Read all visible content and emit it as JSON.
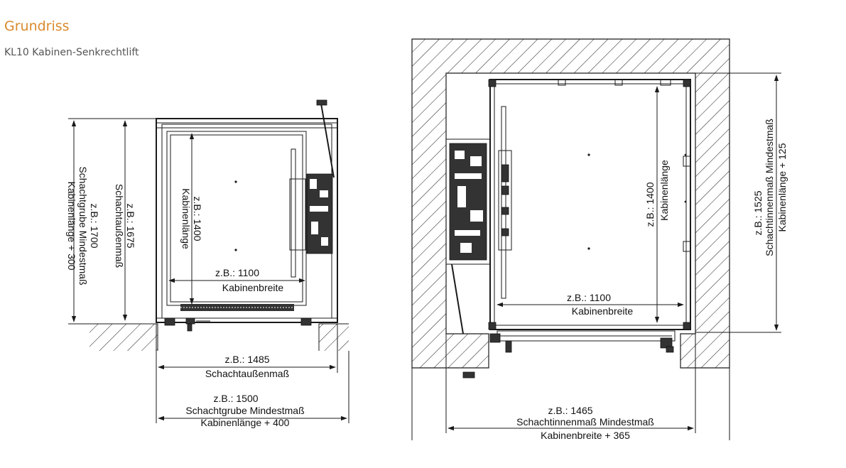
{
  "header": {
    "title": "Grundriss",
    "subtitle": "KL10 Kabinen-Senkrechtlift"
  },
  "colors": {
    "accent": "#d98a2b",
    "line": "#1a1a1a",
    "text": "#111111"
  },
  "left_plan": {
    "dim_schachtgrube_laenge": {
      "value": "z.B.:  1700",
      "label": "Schachtgrube Mindestmaß",
      "formula": "Kabinenlänge + 300"
    },
    "dim_schacht_aussen_laenge": {
      "value": "z.B.:  1675",
      "label": "Schachtaußenmaß"
    },
    "dim_kabinen_laenge": {
      "value": "z.B.:  1400",
      "label": "Kabinenlänge"
    },
    "dim_kabinen_breite": {
      "value": "z.B.:  1100",
      "label": "Kabinenbreite"
    },
    "dim_schacht_aussen_breite": {
      "value": "z.B.:  1485",
      "label": "Schachtaußenmaß"
    },
    "dim_schachtgrube_breite": {
      "value": "z.B.:  1500",
      "label": "Schachtgrube Mindestmaß",
      "formula": "Kabinenlänge + 400"
    }
  },
  "right_plan": {
    "dim_kabinen_laenge": {
      "value": "z.B.:  1400",
      "label": "Kabinenlänge"
    },
    "dim_schacht_innen_laenge": {
      "value": "z.B.:  1525",
      "label": "Schachtinnenmaß Mindestmaß",
      "formula": "Kabinenlänge + 125"
    },
    "dim_kabinen_breite": {
      "value": "z.B.:  1100",
      "label": "Kabinenbreite"
    },
    "dim_schacht_innen_breite": {
      "value": "z.B.:  1465",
      "label": "Schachtinnenmaß Mindestmaß",
      "formula": "Kabinenbreite + 365"
    }
  }
}
